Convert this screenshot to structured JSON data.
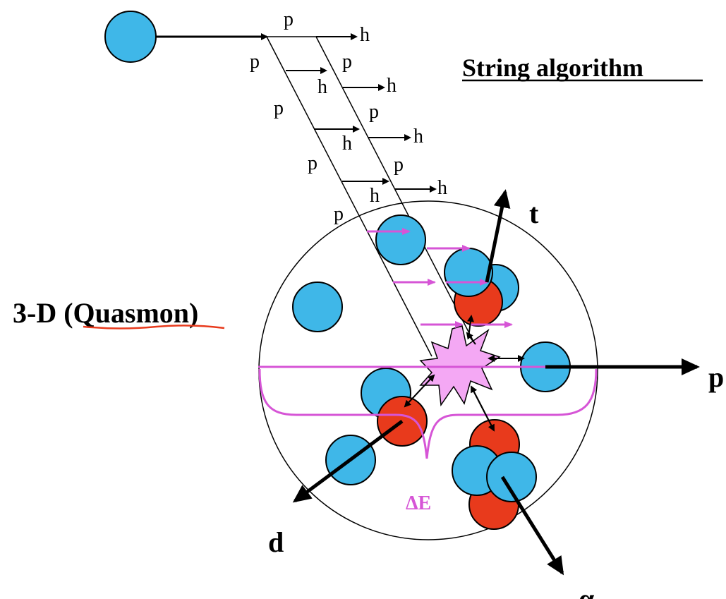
{
  "title": "String algorithm",
  "model_label": "3-D (Quasmon)",
  "model_label_parts": {
    "prefix": "3-D (",
    "word": "Quasmon",
    "suffix": ")"
  },
  "string_labels": {
    "parton": "p",
    "hadron": "h"
  },
  "outgoing": {
    "t": "t",
    "p": "p",
    "d": "d",
    "alpha": "α"
  },
  "delta_e": "ΔE",
  "colors": {
    "nucleon_blue": "#3fb7e8",
    "nucleon_red": "#e83a1c",
    "quasmon_pink": "#f4a8f4",
    "magenta": "#d655d6",
    "stroke": "#000000"
  }
}
